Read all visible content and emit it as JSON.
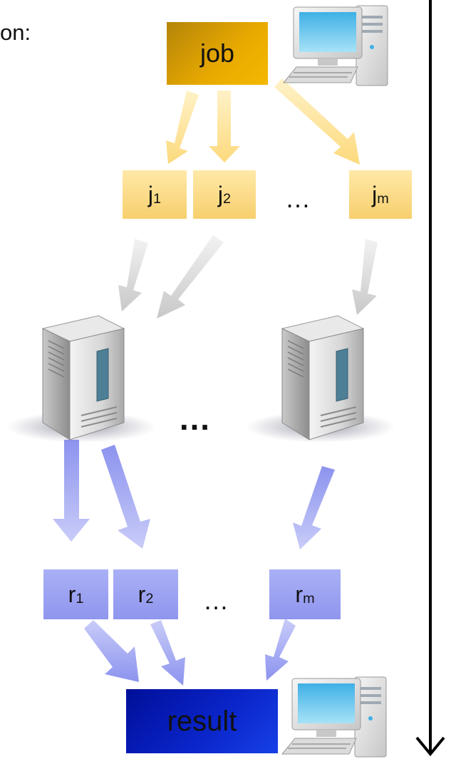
{
  "heading": "on:",
  "job_label": "job",
  "result_label": "result",
  "subjobs": [
    {
      "base": "j",
      "sub": "1"
    },
    {
      "base": "j",
      "sub": "2"
    },
    {
      "base": "j",
      "sub": "m"
    }
  ],
  "results": [
    {
      "base": "r",
      "sub": "1"
    },
    {
      "base": "r",
      "sub": "2"
    },
    {
      "base": "r",
      "sub": "m"
    }
  ],
  "ellipsis": "…",
  "ellipsis_servers": "…",
  "colors": {
    "job": "#e9aa00",
    "subjob": "#f7cf6d",
    "subjob_arrow": "#fde3a0",
    "server_arrow": "#d4d4d4",
    "result_arrow": "#a9aef5",
    "result_piece": "#8f96ee",
    "result": "#0a24c8",
    "timeline": "#000000"
  },
  "icons": [
    "desktop-computer-icon",
    "server-tower-icon",
    "timeline-arrow-icon"
  ]
}
